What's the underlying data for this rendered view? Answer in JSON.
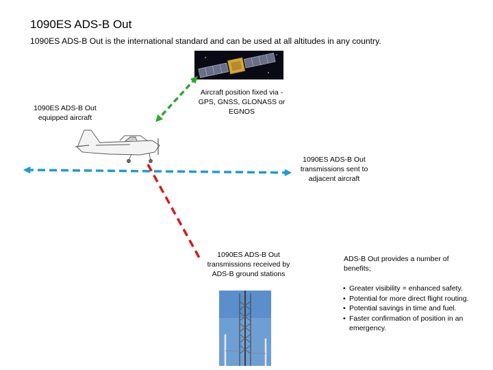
{
  "title": "1090ES ADS-B Out",
  "subtitle": "1090ES ADS-B Out is the international standard and can be used at all altitudes in any country.",
  "labels": {
    "aircraft": "1090ES ADS-B Out equipped aircraft",
    "satellite": "Aircraft position fixed via - GPS, GNSS, GLONASS or EGNOS",
    "adjacent": "1090ES ADS-B Out transmissions sent to adjacent aircraft",
    "ground": "1090ES ADS-B Out transmissions received by ADS-B ground stations",
    "benefits_intro": "ADS-B Out provides a number of benefits;"
  },
  "benefits": [
    "Greater visibility = enhanced safety.",
    "Potential for more direct flight routing.",
    "Potential savings in time and fuel.",
    "Faster  confirmation of position in an emergency."
  ],
  "colors": {
    "satellite_link": "#2aa830",
    "adjacent_link": "#1e9ad6",
    "ground_link": "#d8161c"
  }
}
